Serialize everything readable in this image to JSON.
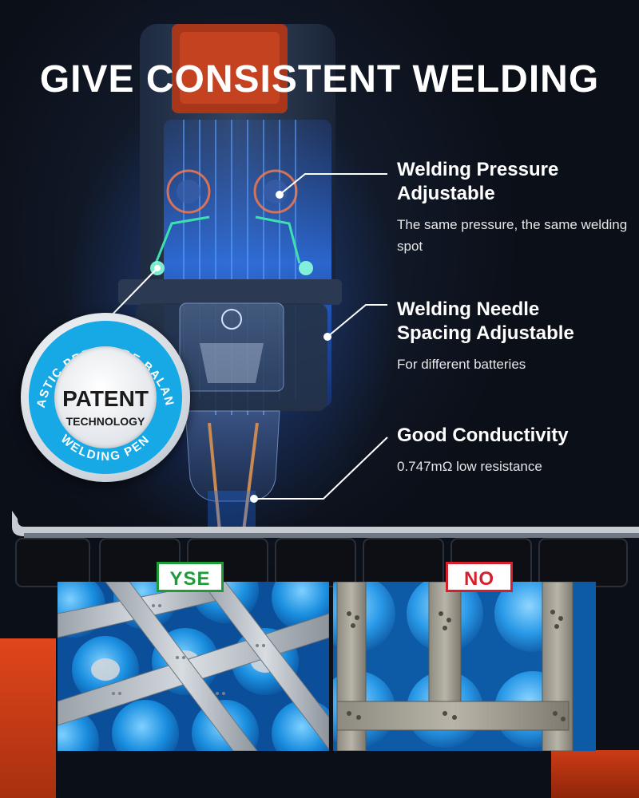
{
  "title": "GIVE CONSISTENT WELDING",
  "features": [
    {
      "heading_line1": "Welding Pressure",
      "heading_line2": "Adjustable",
      "description": "The same pressure, the same welding spot"
    },
    {
      "heading_line1": "Welding Needle",
      "heading_line2": "Spacing Adjustable",
      "description": "For different batteries"
    },
    {
      "heading_line1": "Good Conductivity",
      "heading_line2": "",
      "description": "0.747mΩ low resistance"
    }
  ],
  "badge": {
    "main": "PATENT",
    "sub": "TECHNOLOGY",
    "arc_top": "ELASTIC PRESSURE BALANCE",
    "arc_bottom": "WELDING PEN"
  },
  "comparison": {
    "good_label": "YSE",
    "bad_label": "NO"
  },
  "colors": {
    "accent_blue": "#17a9e6",
    "good_green": "#1e9c3a",
    "bad_red": "#d51f2a",
    "device_orange": "#d9431a"
  }
}
